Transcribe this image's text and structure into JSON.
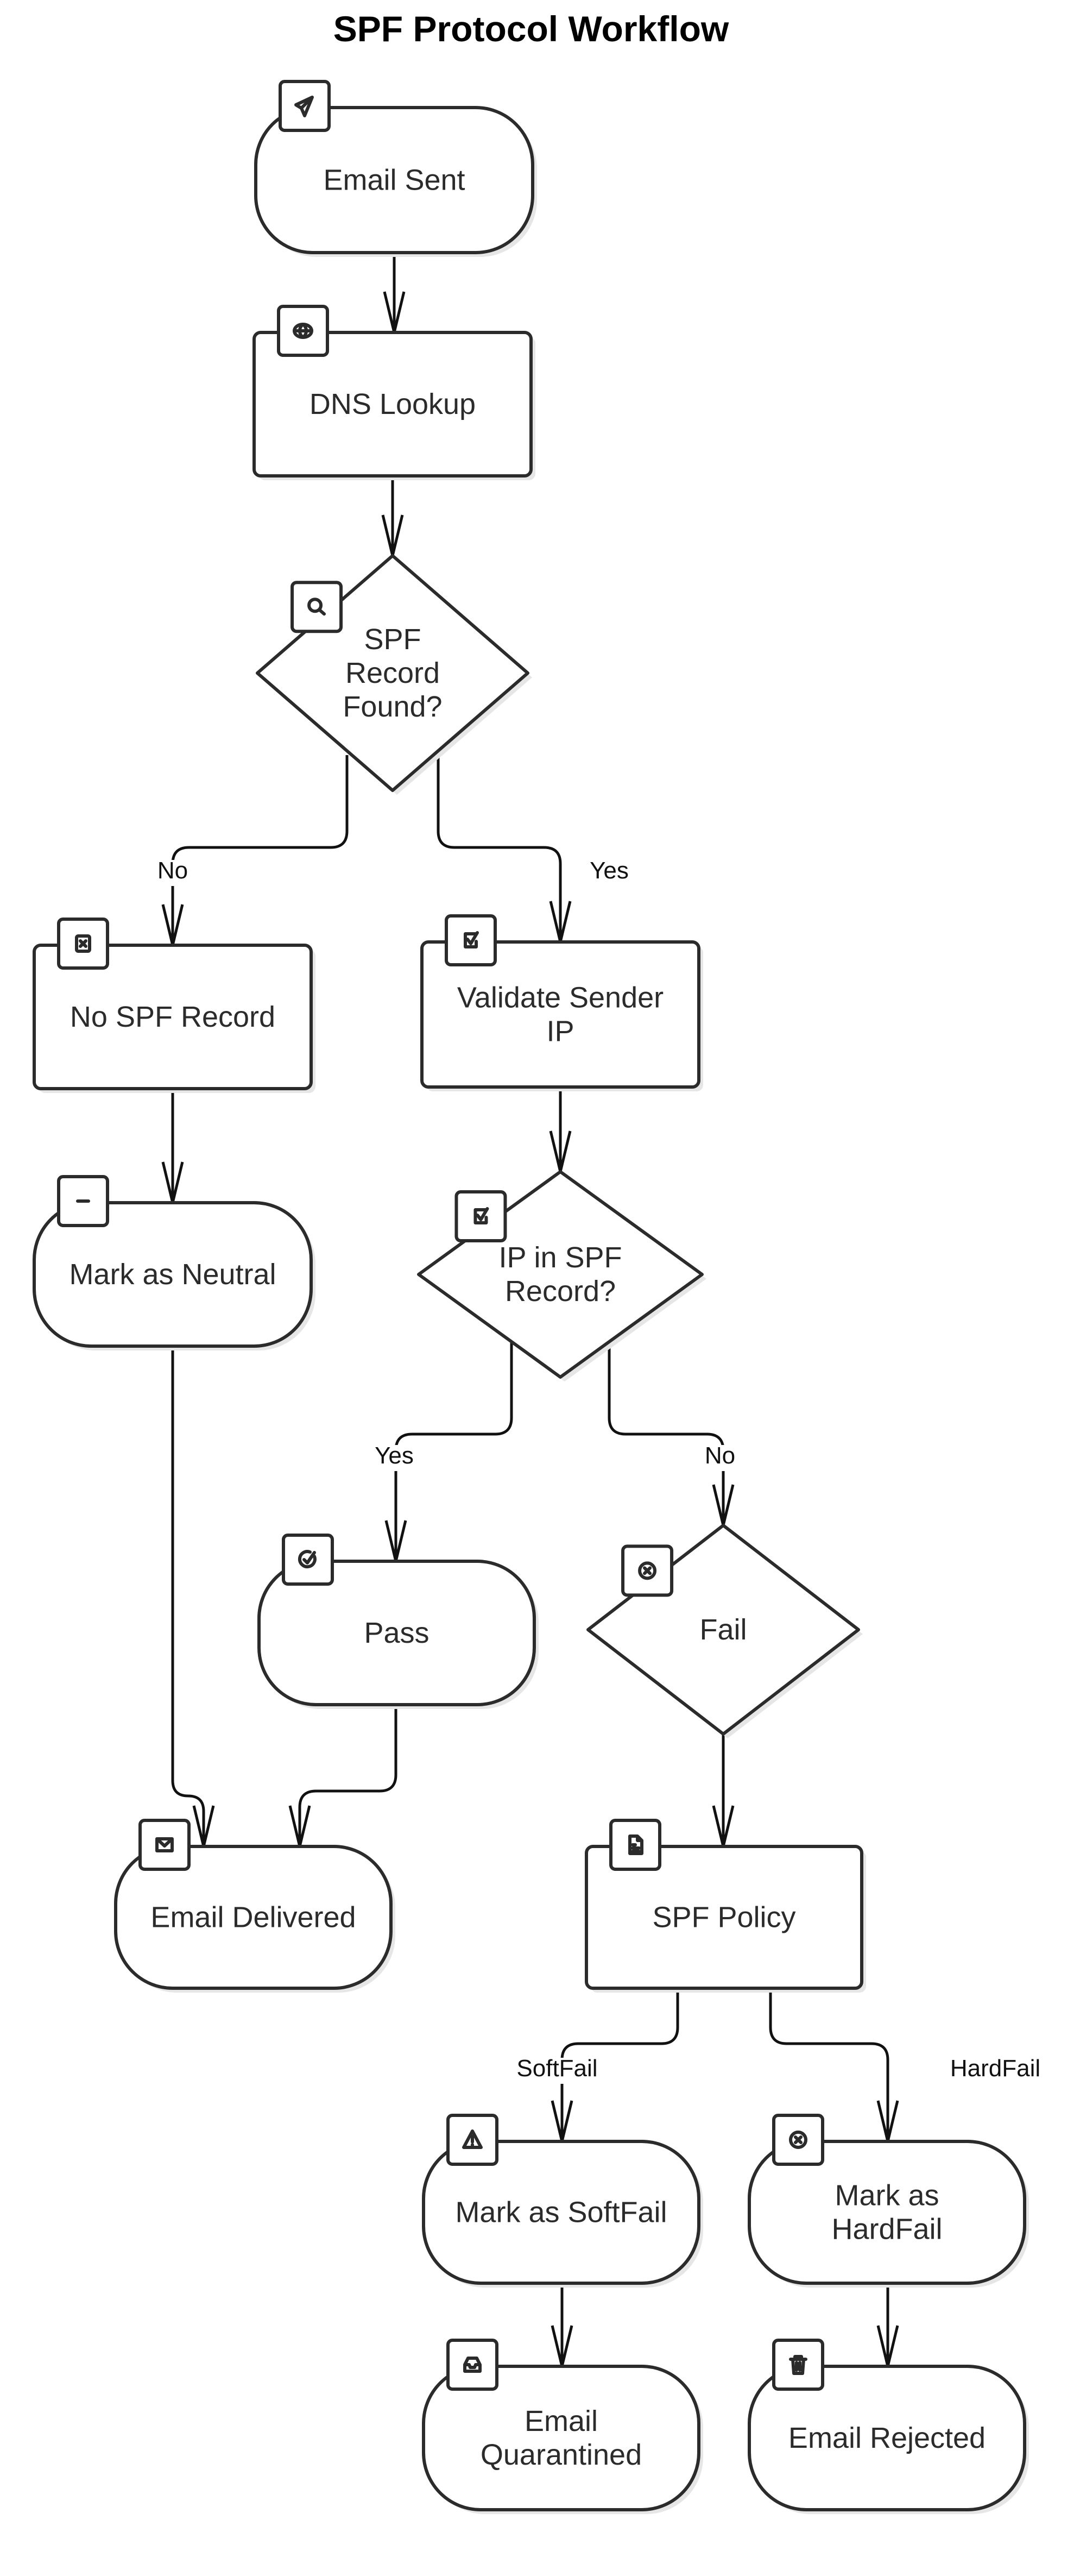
{
  "title": "SPF Protocol Workflow",
  "nodes": [
    {
      "id": "email-sent",
      "label": [
        "Email Sent"
      ],
      "shape": "rounded",
      "icon": "send-icon"
    },
    {
      "id": "dns-lookup",
      "label": [
        "DNS Lookup"
      ],
      "shape": "rect",
      "icon": "globe-icon"
    },
    {
      "id": "spf-record-found",
      "label": [
        "SPF",
        "Record",
        "Found?"
      ],
      "shape": "diamond",
      "icon": "search-icon"
    },
    {
      "id": "no-spf-record",
      "label": [
        "No SPF Record"
      ],
      "shape": "rect",
      "icon": "x-square-icon"
    },
    {
      "id": "validate-sender-ip",
      "label": [
        "Validate Sender",
        "IP"
      ],
      "shape": "rect",
      "icon": "check-square-icon"
    },
    {
      "id": "mark-neutral",
      "label": [
        "Mark as Neutral"
      ],
      "shape": "rounded",
      "icon": "minus-icon"
    },
    {
      "id": "ip-in-spf",
      "label": [
        "IP in SPF",
        "Record?"
      ],
      "shape": "diamond",
      "icon": "check-square-icon"
    },
    {
      "id": "pass",
      "label": [
        "Pass"
      ],
      "shape": "rounded",
      "icon": "check-circle-icon"
    },
    {
      "id": "fail",
      "label": [
        "Fail"
      ],
      "shape": "diamond",
      "icon": "x-circle-icon"
    },
    {
      "id": "email-delivered",
      "label": [
        "Email Delivered"
      ],
      "shape": "rounded",
      "icon": "mail-icon"
    },
    {
      "id": "spf-policy",
      "label": [
        "SPF Policy"
      ],
      "shape": "rect",
      "icon": "file-text-icon"
    },
    {
      "id": "mark-softfail",
      "label": [
        "Mark as SoftFail"
      ],
      "shape": "rounded",
      "icon": "warning-icon"
    },
    {
      "id": "mark-hardfail",
      "label": [
        "Mark as",
        "HardFail"
      ],
      "shape": "rounded",
      "icon": "x-circle-icon"
    },
    {
      "id": "email-quarantined",
      "label": [
        "Email",
        "Quarantined"
      ],
      "shape": "rounded",
      "icon": "inbox-icon"
    },
    {
      "id": "email-rejected",
      "label": [
        "Email Rejected"
      ],
      "shape": "rounded",
      "icon": "trash-icon"
    }
  ],
  "edges": [
    {
      "from": "email-sent",
      "to": "dns-lookup",
      "label": ""
    },
    {
      "from": "dns-lookup",
      "to": "spf-record-found",
      "label": ""
    },
    {
      "from": "spf-record-found",
      "to": "no-spf-record",
      "label": "No"
    },
    {
      "from": "spf-record-found",
      "to": "validate-sender-ip",
      "label": "Yes"
    },
    {
      "from": "no-spf-record",
      "to": "mark-neutral",
      "label": ""
    },
    {
      "from": "validate-sender-ip",
      "to": "ip-in-spf",
      "label": ""
    },
    {
      "from": "ip-in-spf",
      "to": "pass",
      "label": "Yes"
    },
    {
      "from": "ip-in-spf",
      "to": "fail",
      "label": "No"
    },
    {
      "from": "mark-neutral",
      "to": "email-delivered",
      "label": ""
    },
    {
      "from": "pass",
      "to": "email-delivered",
      "label": ""
    },
    {
      "from": "fail",
      "to": "spf-policy",
      "label": ""
    },
    {
      "from": "spf-policy",
      "to": "mark-softfail",
      "label": "SoftFail"
    },
    {
      "from": "spf-policy",
      "to": "mark-hardfail",
      "label": "HardFail"
    },
    {
      "from": "mark-softfail",
      "to": "email-quarantined",
      "label": ""
    },
    {
      "from": "mark-hardfail",
      "to": "email-rejected",
      "label": ""
    }
  ]
}
